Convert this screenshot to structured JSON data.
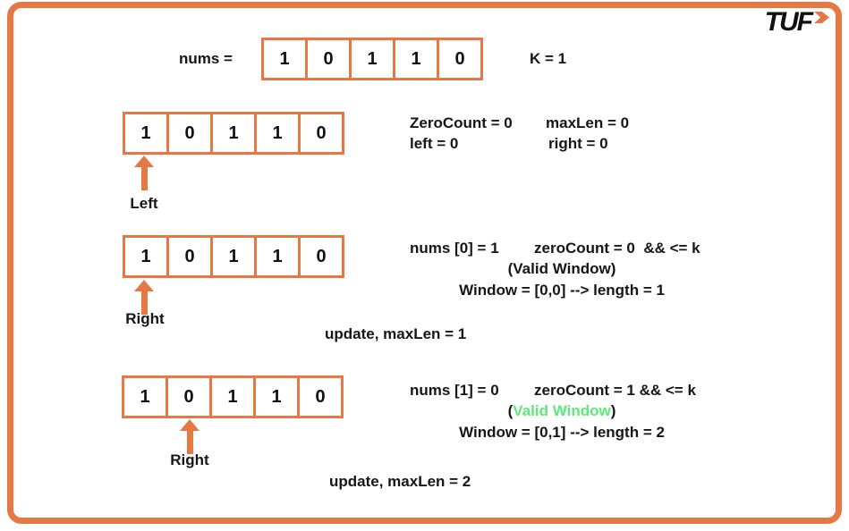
{
  "logo": {
    "text": "TUF"
  },
  "colors": {
    "orange": "#e67845",
    "green": "#5beb78",
    "text": "#161616"
  },
  "header": {
    "nums_label": "nums =",
    "cells": [
      "1",
      "0",
      "1",
      "1",
      "0"
    ],
    "k_label": "K = 1"
  },
  "step1": {
    "cells": [
      "1",
      "0",
      "1",
      "1",
      "0"
    ],
    "pointer": "Left",
    "zero_count": "ZeroCount = 0",
    "max_len": "maxLen = 0",
    "left": "left = 0",
    "right": "right = 0"
  },
  "step2": {
    "cells": [
      "1",
      "0",
      "1",
      "1",
      "0"
    ],
    "pointer": "Right",
    "cond_left": "nums [0] = 1",
    "cond_right": "zeroCount = 0  && <= k",
    "valid": "(Valid Window)",
    "window": "Window = [0,0] --> length = 1",
    "update": "update, maxLen = 1"
  },
  "step3": {
    "cells": [
      "1",
      "0",
      "1",
      "1",
      "0"
    ],
    "pointer": "Right",
    "cond_left": "nums [1] = 0",
    "cond_right": "zeroCount = 1 && <= k",
    "valid_open": "(",
    "valid_text": "Valid Window",
    "valid_close": ")",
    "window": "Window = [0,1] --> length = 2",
    "update": "update, maxLen = 2"
  }
}
